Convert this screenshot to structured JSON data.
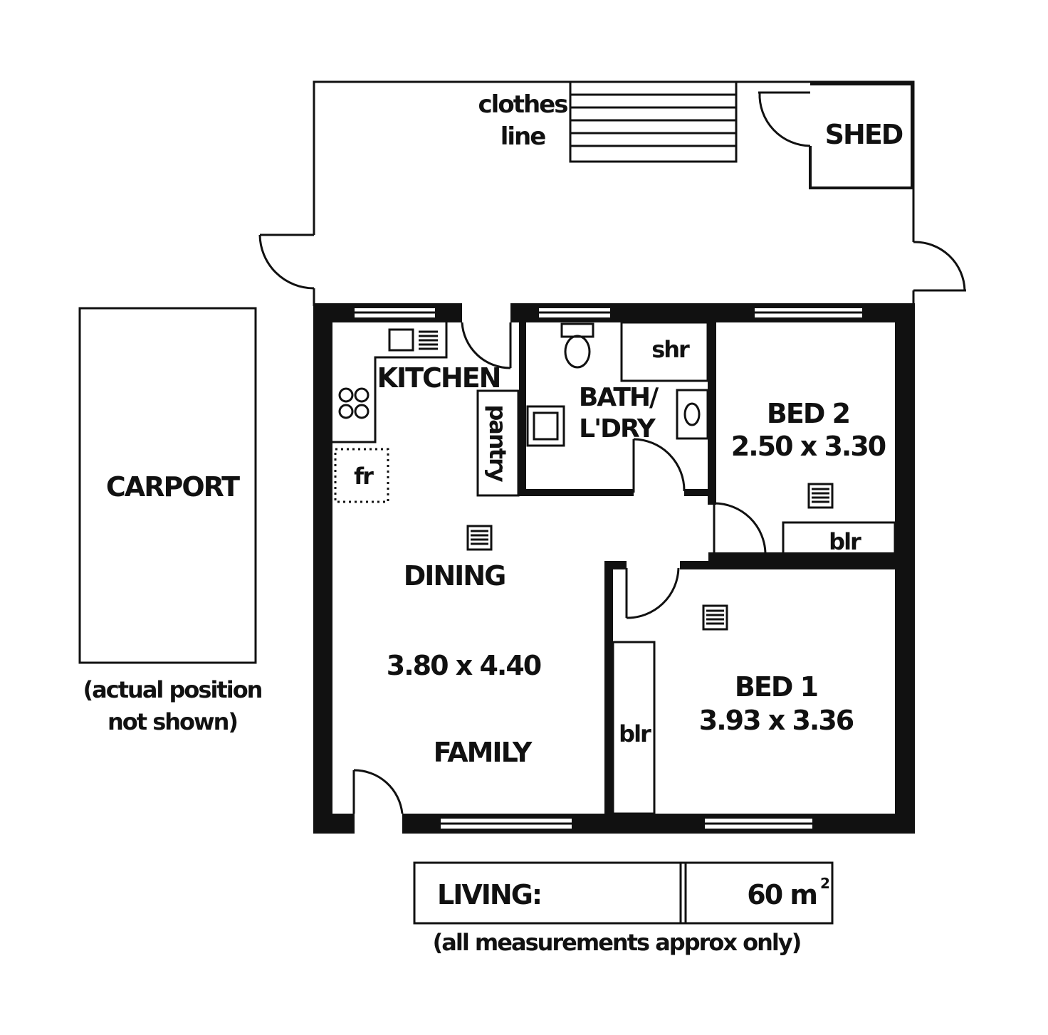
{
  "outdoor": {
    "clothes_line_1": "clothes",
    "clothes_line_2": "line",
    "shed": "SHED"
  },
  "carport": {
    "label": "CARPORT",
    "note_1": "(actual position",
    "note_2": "not shown)"
  },
  "rooms": {
    "kitchen": "KITCHEN",
    "pantry": "pantry",
    "fridge": "fr",
    "bath_1": "BATH/",
    "bath_2": "L'DRY",
    "shower": "shr",
    "bed2_name": "BED 2",
    "bed2_size": "2.50 x 3.30",
    "bed2_robe": "blr",
    "dining": "DINING",
    "living_size": "3.80 x 4.40",
    "family": "FAMILY",
    "bed1_name": "BED 1",
    "bed1_size": "3.93 x 3.36",
    "bed1_robe": "blr"
  },
  "area_table": {
    "label": "LIVING:",
    "value": "60 m",
    "unit_sup": "2"
  },
  "footnote": "(all measurements approx only)"
}
